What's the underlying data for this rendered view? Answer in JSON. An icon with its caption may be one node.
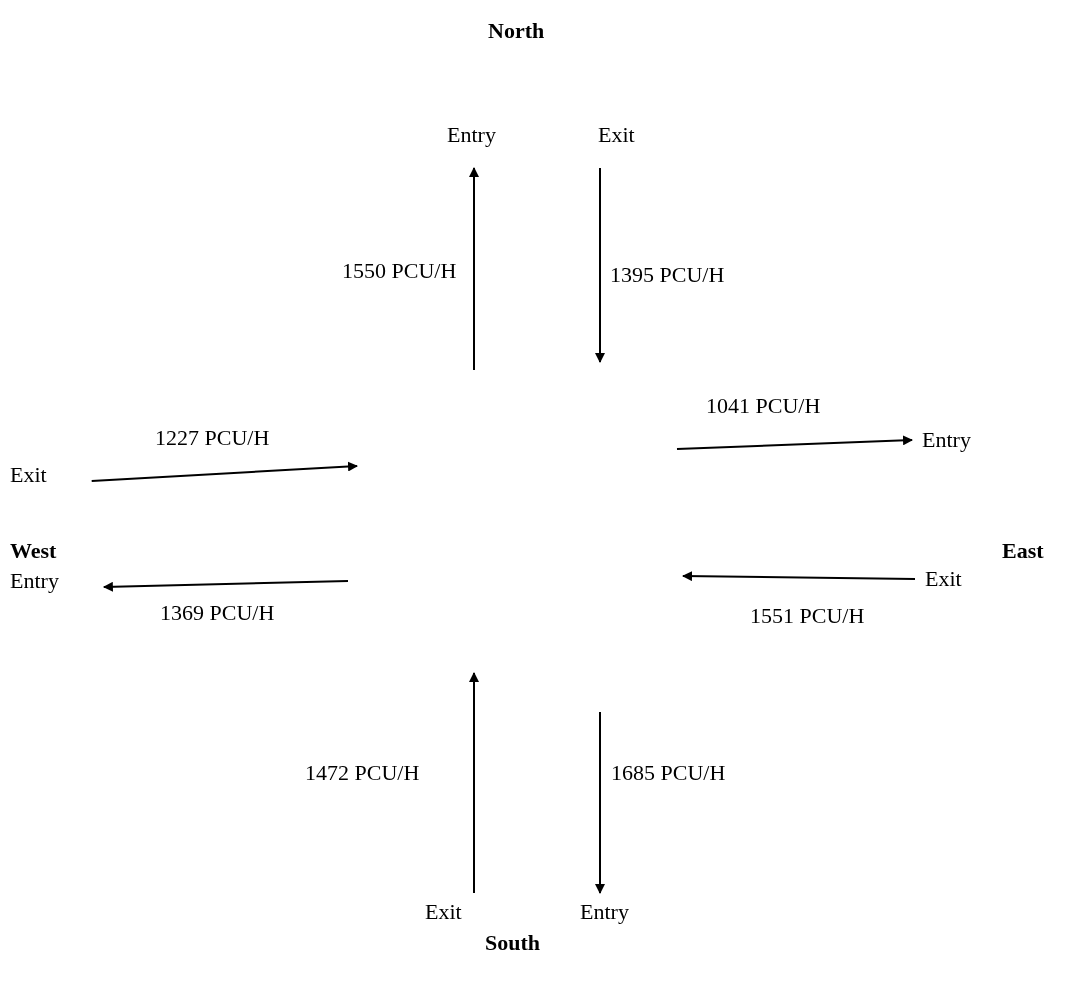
{
  "diagram": {
    "nodes": [
      {
        "text": [
          "Entry"
        ]
      },
      {
        "text": [
          "Exit"
        ]
      },
      {
        "text": [
          "Entry"
        ]
      },
      {
        "text": [
          "Exit"
        ]
      },
      {
        "text": [
          "Entry"
        ]
      },
      {
        "text": [
          "Exit"
        ]
      },
      {
        "text": [
          "Exit"
        ]
      },
      {
        "text": [
          "Entry"
        ]
      }
    ],
    "edges": [
      {
        "from": null,
        "to": 0,
        "arrow": "to",
        "label": "1550 PCU/H"
      },
      {
        "from": 1,
        "to": null,
        "arrow": "to",
        "label": "1395 PCU/H"
      },
      {
        "from": null,
        "to": 2,
        "arrow": "to",
        "label": "1041 PCU/H"
      },
      {
        "from": 3,
        "to": null,
        "arrow": "to",
        "label": "1227 PCU/H"
      },
      {
        "from": null,
        "to": 4,
        "arrow": "to",
        "label": "1369 PCU/H"
      },
      {
        "from": 5,
        "to": null,
        "arrow": "to",
        "label": "1551 PCU/H"
      },
      {
        "from": 6,
        "to": null,
        "arrow": "to",
        "label": "1472 PCU/H"
      },
      {
        "from": null,
        "to": 7,
        "arrow": "to",
        "label": "1685 PCU/H"
      }
    ],
    "labels": [
      "North",
      "West",
      "East",
      "South"
    ]
  }
}
